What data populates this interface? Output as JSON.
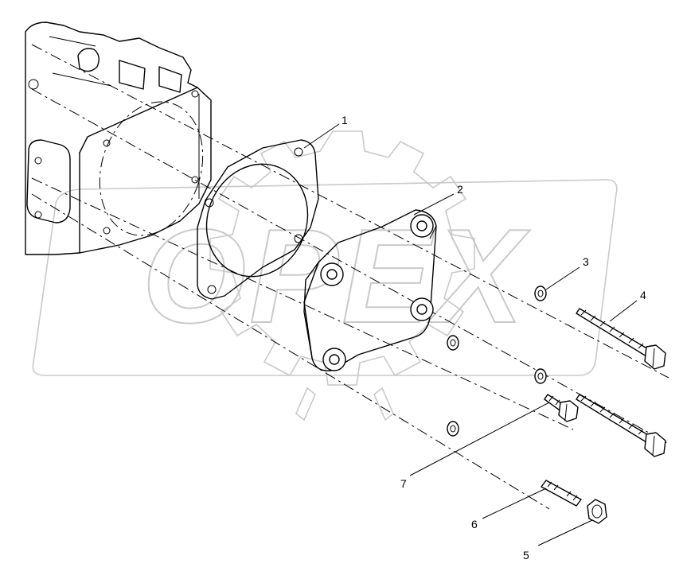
{
  "diagram": {
    "watermark_text": "OPEX",
    "callouts": [
      {
        "id": "1",
        "label": "1"
      },
      {
        "id": "2",
        "label": "2"
      },
      {
        "id": "3",
        "label": "3"
      },
      {
        "id": "4",
        "label": "4"
      },
      {
        "id": "5",
        "label": "5"
      },
      {
        "id": "6",
        "label": "6"
      },
      {
        "id": "7",
        "label": "7"
      }
    ]
  }
}
